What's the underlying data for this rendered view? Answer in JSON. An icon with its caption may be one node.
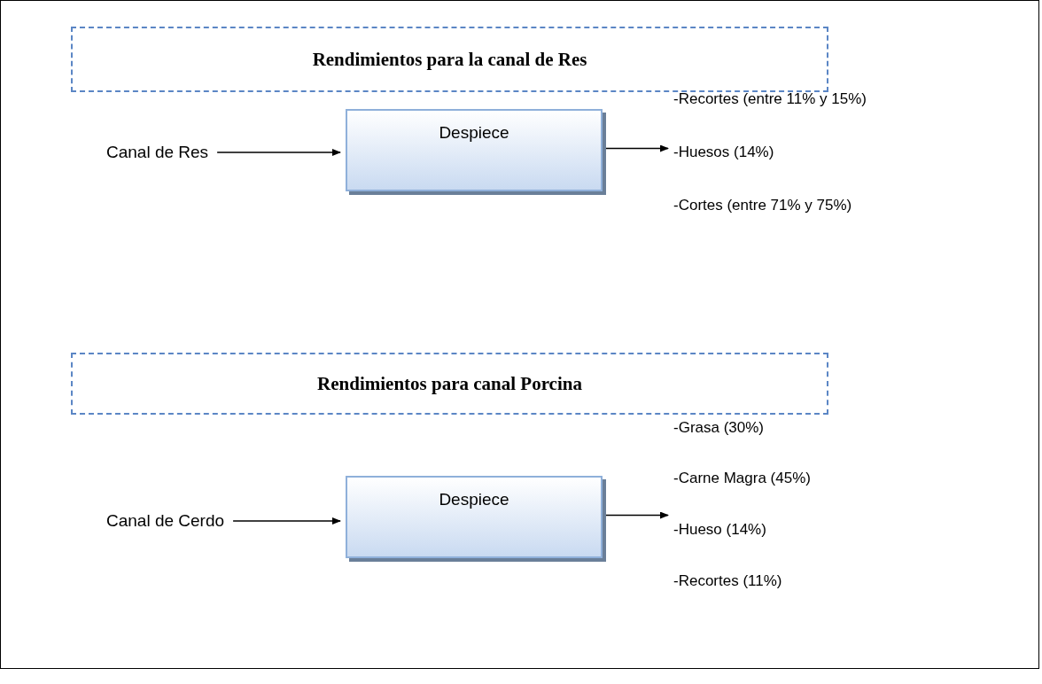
{
  "diagram": {
    "nodes": [
      {
        "text": [
          "Rendimientos para la canal de Res"
        ]
      },
      {
        "text": [
          "Canal de Res"
        ]
      },
      {
        "text": [
          "Despiece"
        ]
      },
      {
        "text": [
          "-Recortes (entre 11% y 15%)",
          "-Huesos (14%)",
          "-Cortes (entre 71% y 75%)"
        ]
      },
      {
        "text": [
          "Rendimientos para canal Porcina"
        ]
      },
      {
        "text": [
          "Canal de Cerdo"
        ]
      },
      {
        "text": [
          "Despiece"
        ]
      },
      {
        "text": [
          "-Grasa (30%)",
          "-Carne Magra (45%)",
          "-Hueso (14%)",
          "-Recortes (11%)"
        ]
      }
    ],
    "edges": [
      {
        "from": 1,
        "to": 2,
        "arrow": "to"
      },
      {
        "from": 2,
        "to": 3,
        "arrow": "to"
      },
      {
        "from": 5,
        "to": 6,
        "arrow": "to"
      },
      {
        "from": 6,
        "to": 7,
        "arrow": "to"
      }
    ]
  }
}
